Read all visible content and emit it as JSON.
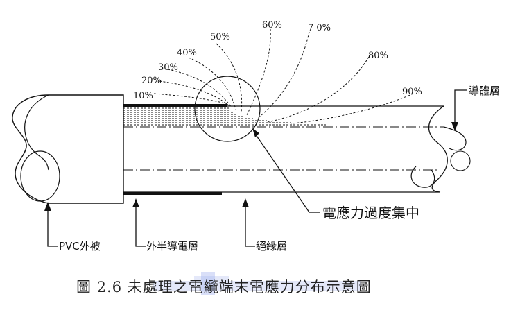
{
  "figure": {
    "caption": "圖 2.6  未處理之電纜端末電應力分布示意圖",
    "labels": {
      "conductor_layer": "導體層",
      "stress_concentration": "電應力過度集中",
      "pvc_jacket": "PVC外被",
      "outer_semicon": "外半導電層",
      "insulation": "絕緣層"
    },
    "equipotential_lines": [
      {
        "label": "10%"
      },
      {
        "label": "20%"
      },
      {
        "label": "30%"
      },
      {
        "label": "40%"
      },
      {
        "label": "50%"
      },
      {
        "label": "60%"
      },
      {
        "label": "7 0%"
      },
      {
        "label": "80%"
      },
      {
        "label": "90%"
      }
    ],
    "watermark_color": "#3a5bd9"
  }
}
